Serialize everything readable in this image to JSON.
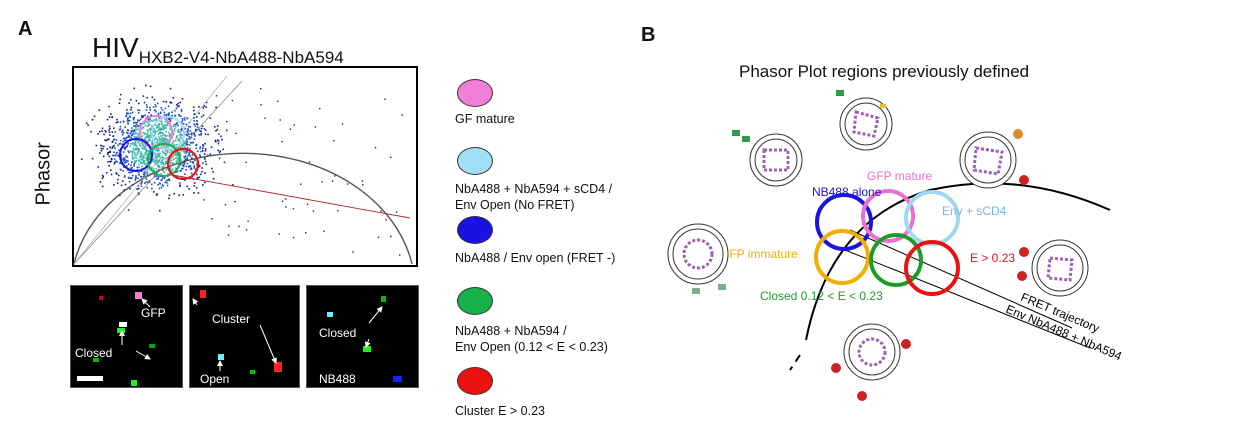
{
  "panel_a": {
    "letter": "A",
    "title_main": "HIV",
    "title_sub": "HXB2-V4-NbA488-NbA594",
    "ylabel": "Phasor",
    "micrographs": [
      {
        "labels": [
          "GFP",
          "Closed"
        ]
      },
      {
        "labels": [
          "Cluster",
          "Open"
        ]
      },
      {
        "labels": [
          "Closed",
          "NB488"
        ]
      }
    ],
    "legend": [
      {
        "label": "GF mature",
        "color": "#f07fd9"
      },
      {
        "label": "NbA488 + NbA594 + sCD4 /\nEnv Open (No FRET)",
        "color": "#9fdff7"
      },
      {
        "label": "NbA488 / Env open (FRET -)",
        "color": "#1a12e0"
      },
      {
        "label": "NbA488 + NbA594 /\nEnv Open (0.12 < E < 0.23)",
        "color": "#17b24a"
      },
      {
        "label": "Cluster E > 0.23",
        "color": "#ee1111"
      }
    ]
  },
  "panel_b": {
    "letter": "B",
    "title": "Phasor Plot regions previously defined",
    "regions": [
      {
        "label": "NB488\nalone",
        "color": "#1a12e0"
      },
      {
        "label": "GFP mature",
        "color": "#ea6fd0"
      },
      {
        "label": "Env + sCD4",
        "color": "#7ab6e0"
      },
      {
        "label": "GFP immature",
        "color": "#f2ad00"
      },
      {
        "label": "E > 0.23",
        "color": "#e81212"
      },
      {
        "label": "Closed 0.12 < E < 0.23",
        "color": "#1e9a2a"
      }
    ],
    "line_labels": [
      "FRET trajectory",
      "Env NbA488 + NbA594"
    ]
  }
}
